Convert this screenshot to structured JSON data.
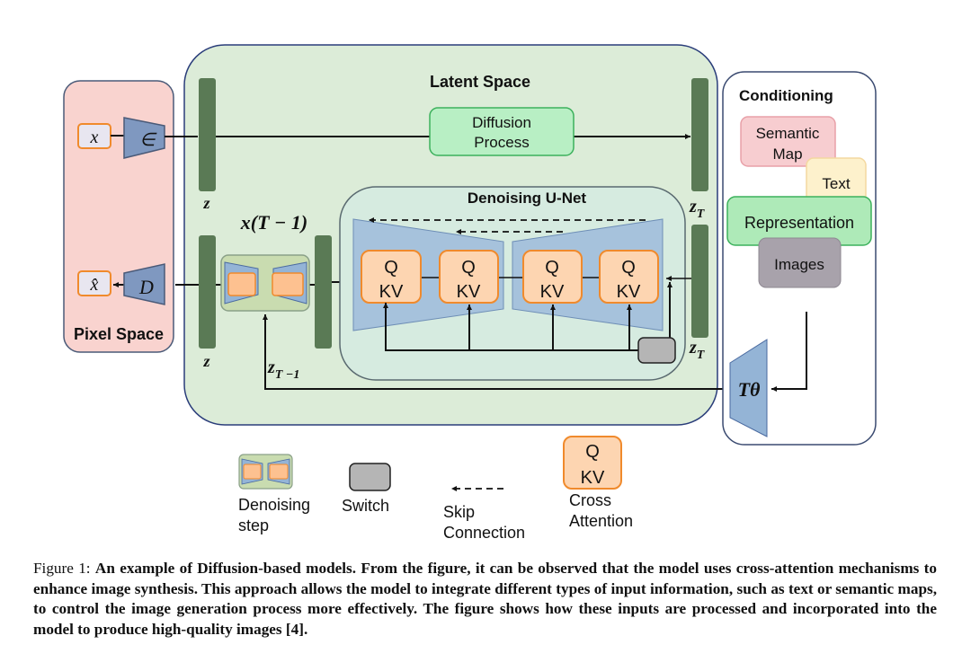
{
  "diagram": {
    "pixel_space": {
      "label": "Pixel Space",
      "input": "x",
      "output": "x̂",
      "encoder": "∈",
      "decoder": "D"
    },
    "latent_space": {
      "label": "Latent Space",
      "diffusion_process": [
        "Diffusion",
        "Process"
      ],
      "z_top": "z",
      "z_bottom": "z",
      "z_T_top": "z",
      "z_T_bottom": "z",
      "T_sub": "T",
      "x_t_minus_1": "x(T − 1)",
      "z_T_minus_1": "z",
      "T_minus_1_sub": "T −1"
    },
    "unet": {
      "label": "Denoising U-Net",
      "blocks": [
        {
          "q": "Q",
          "kv": "KV"
        },
        {
          "q": "Q",
          "kv": "KV"
        },
        {
          "q": "Q",
          "kv": "KV"
        },
        {
          "q": "Q",
          "kv": "KV"
        }
      ]
    },
    "conditioning": {
      "label": "Conditioning",
      "semantic_map": [
        "Semantic",
        "Map"
      ],
      "text": "Text",
      "representation": "Representation",
      "images": "Images",
      "encoder": "Tθ"
    },
    "legend": {
      "denoising_step": [
        "Denoising",
        "step"
      ],
      "switch": "Switch",
      "skip_connection": [
        "Skip",
        "Connection"
      ],
      "cross_attention": [
        "Cross",
        "Attention"
      ],
      "cross_q": "Q",
      "cross_kv": "KV"
    },
    "colors": {
      "pixel_space_bg": "#f9d3cf",
      "latent_space_bg": "#dcecd8",
      "bar_green": "#5a7a55",
      "diffusion_box": "#b8efc4",
      "diffusion_border": "#3cb15c",
      "trapezoid": "#94b4d6",
      "qkv_fill": "#fdd5b1",
      "qkv_border": "#f08a2c",
      "semantic_map": "#f7cdd0",
      "text_box": "#fdf1cc",
      "representation": "#aeeab8",
      "images": "#a8a2ab",
      "switch": "#b5b5b5"
    }
  },
  "caption": {
    "figure_label": "Figure 1:",
    "text": "An example of Diffusion-based models. From the figure, it can be observed that the model uses cross-attention mechanisms to enhance image synthesis. This approach allows the model to integrate different types of input information, such as text or semantic maps, to control the image generation process more effectively. The figure shows how these inputs are processed and incorporated into the model to produce high-quality images [4]."
  }
}
